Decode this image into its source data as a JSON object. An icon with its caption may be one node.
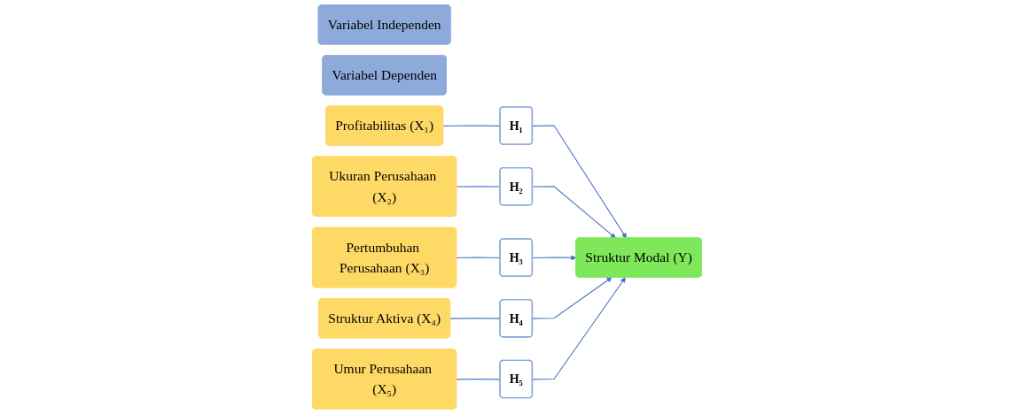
{
  "diagram": {
    "nodes": [
      {
        "text": [
          "Variabel Independen"
        ]
      },
      {
        "text": [
          "Variabel Dependen"
        ]
      },
      {
        "text": [
          "Profitabilitas (X₁)"
        ]
      },
      {
        "text": [
          "Ukuran Perusahaan (X₂)"
        ]
      },
      {
        "text": [
          "Pertumbuhan Perusahaan (X₃)"
        ]
      },
      {
        "text": [
          "Struktur Aktiva (X₄)"
        ]
      },
      {
        "text": [
          "Umur Perusahaan (X₅)"
        ]
      },
      {
        "text": [
          "H₁"
        ]
      },
      {
        "text": [
          "H₂"
        ]
      },
      {
        "text": [
          "H₃"
        ]
      },
      {
        "text": [
          "H₄"
        ]
      },
      {
        "text": [
          "H₅"
        ]
      },
      {
        "text": [
          "Struktur Modal (Y)"
        ]
      }
    ],
    "edges": [
      {
        "from": 2,
        "to": 7,
        "arrow": "none"
      },
      {
        "from": 3,
        "to": 8,
        "arrow": "none"
      },
      {
        "from": 4,
        "to": 9,
        "arrow": "none"
      },
      {
        "from": 5,
        "to": 10,
        "arrow": "none"
      },
      {
        "from": 6,
        "to": 11,
        "arrow": "none"
      },
      {
        "from": 7,
        "to": 12,
        "arrow": "to"
      },
      {
        "from": 8,
        "to": 12,
        "arrow": "to"
      },
      {
        "from": 9,
        "to": 12,
        "arrow": "to"
      },
      {
        "from": 10,
        "to": 12,
        "arrow": "to"
      },
      {
        "from": 11,
        "to": 12,
        "arrow": "to"
      }
    ]
  }
}
